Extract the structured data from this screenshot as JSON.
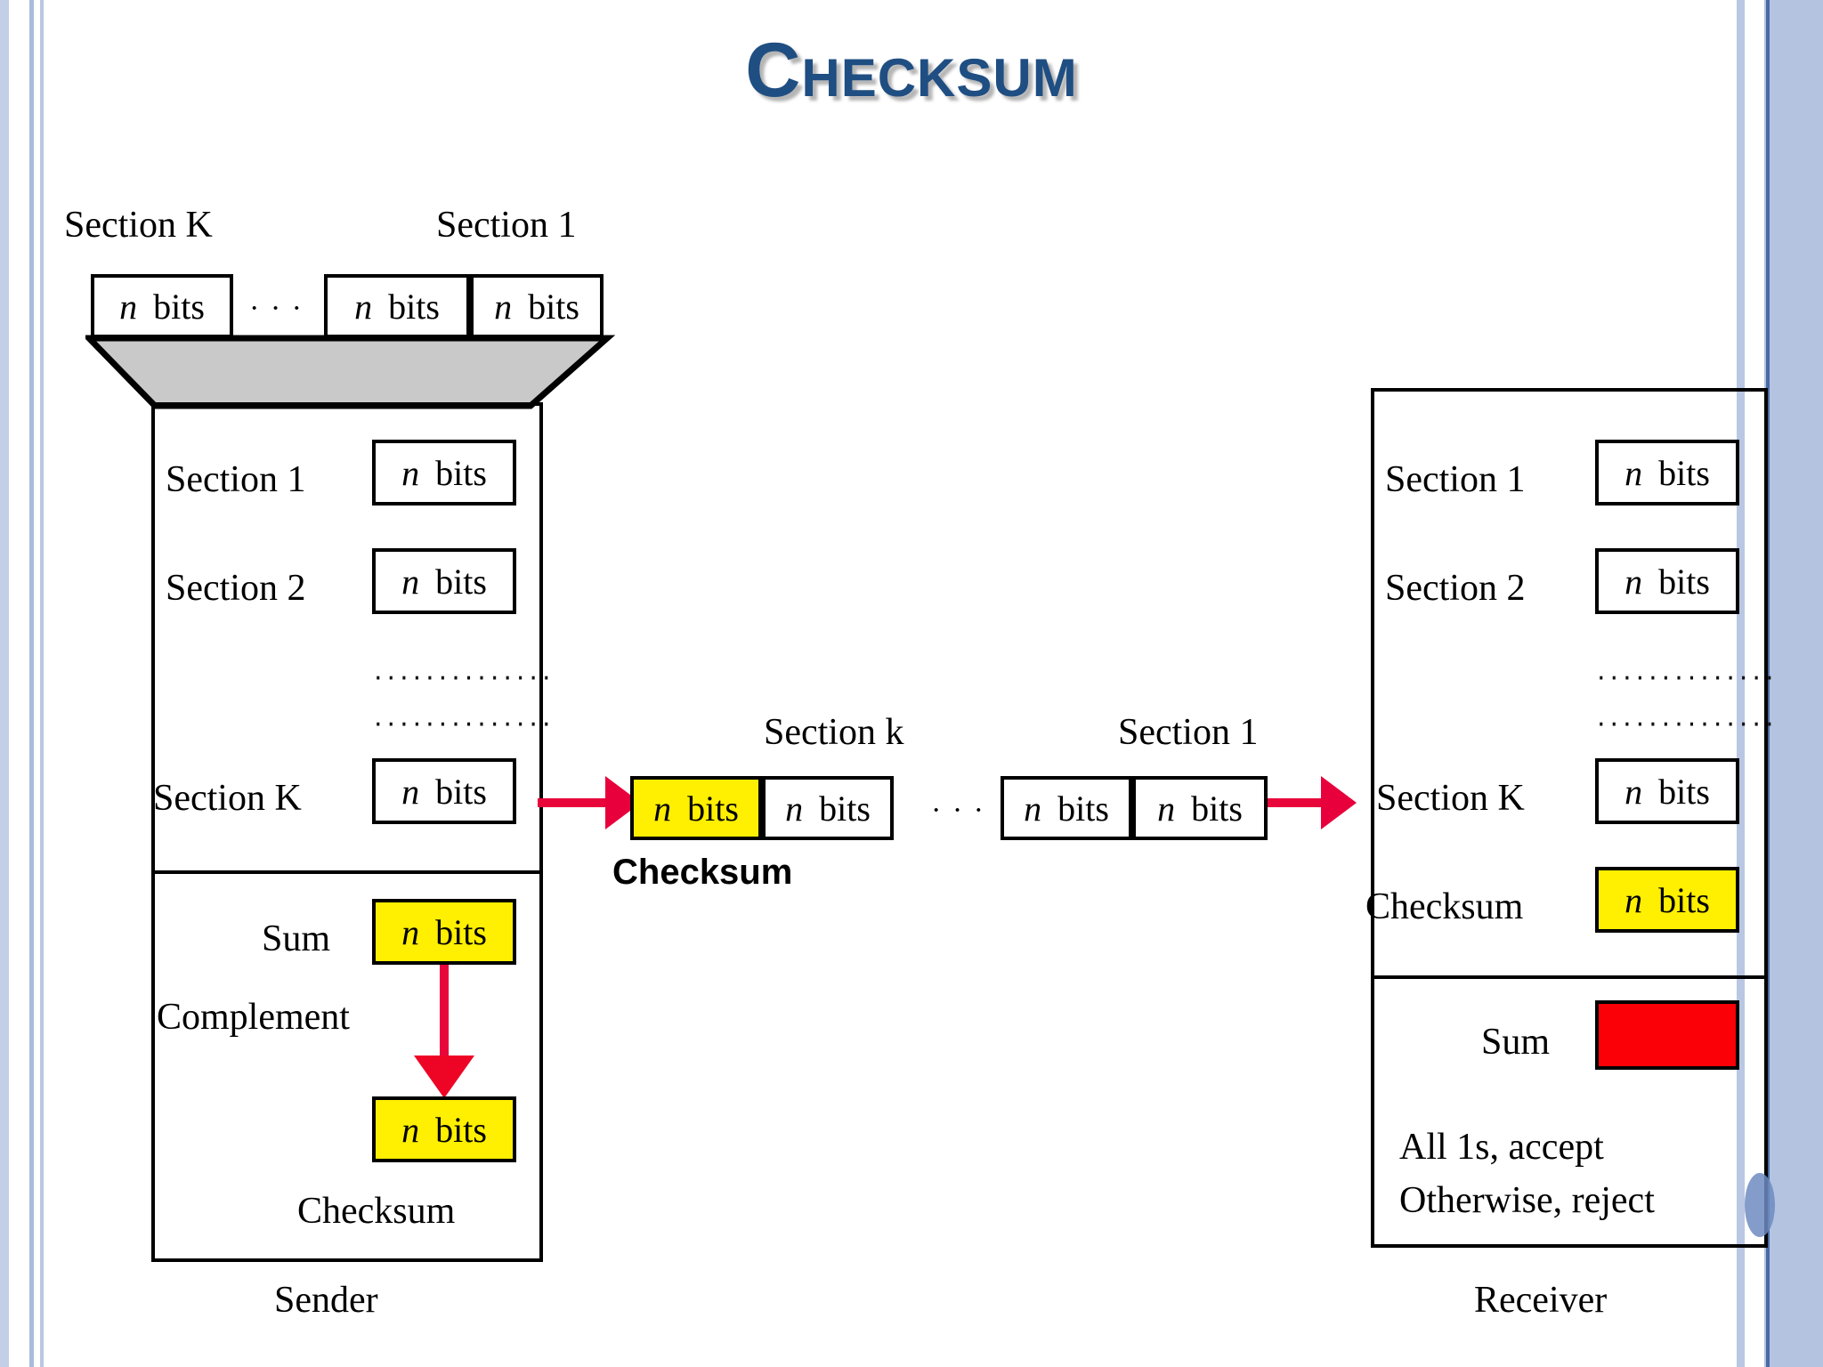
{
  "slide": {
    "title": "Checksum",
    "accent_color": "#1f4e82",
    "highlight_yellow": "#ffef00",
    "error_red": "#fb0007",
    "arrow_red": "#e8053a",
    "funnel_gray": "#c9c9c9"
  },
  "top_strip": {
    "label_left": "Section K",
    "label_right": "Section 1",
    "cells": [
      "n bits",
      "n bits",
      "n bits"
    ],
    "ellipsis": "· · ·"
  },
  "sender": {
    "caption": "Sender",
    "rows": [
      {
        "label": "Section 1",
        "value": "n bits"
      },
      {
        "label": "Section 2",
        "value": "n bits"
      },
      {
        "label": "Section K",
        "value": "n bits"
      }
    ],
    "dotted_row_1": "··············",
    "dotted_row_2": "··············",
    "sum_label": "Sum",
    "sum_value": "n bits",
    "complement_label": "Complement",
    "checksum_value": "n bits",
    "checksum_label": "Checksum"
  },
  "transmission": {
    "left_group_label": "Section k",
    "right_group_label": "Section 1",
    "left_cells": [
      "n bits",
      "n bits"
    ],
    "right_cells": [
      "n bits",
      "n bits"
    ],
    "ellipsis": "· · ·",
    "checksum_label": "Checksum"
  },
  "receiver": {
    "caption": "Receiver",
    "rows": [
      {
        "label": "Section 1",
        "value": "n bits"
      },
      {
        "label": "Section 2",
        "value": "n bits"
      },
      {
        "label": "Section K",
        "value": "n bits"
      }
    ],
    "dotted_row_1": "··············",
    "dotted_row_2": "··············",
    "checksum_label": "Checksum",
    "checksum_value": "n bits",
    "sum_label": "Sum",
    "sum_value": "",
    "verdict_line_1": "All 1s, accept",
    "verdict_line_2": "Otherwise, reject"
  }
}
